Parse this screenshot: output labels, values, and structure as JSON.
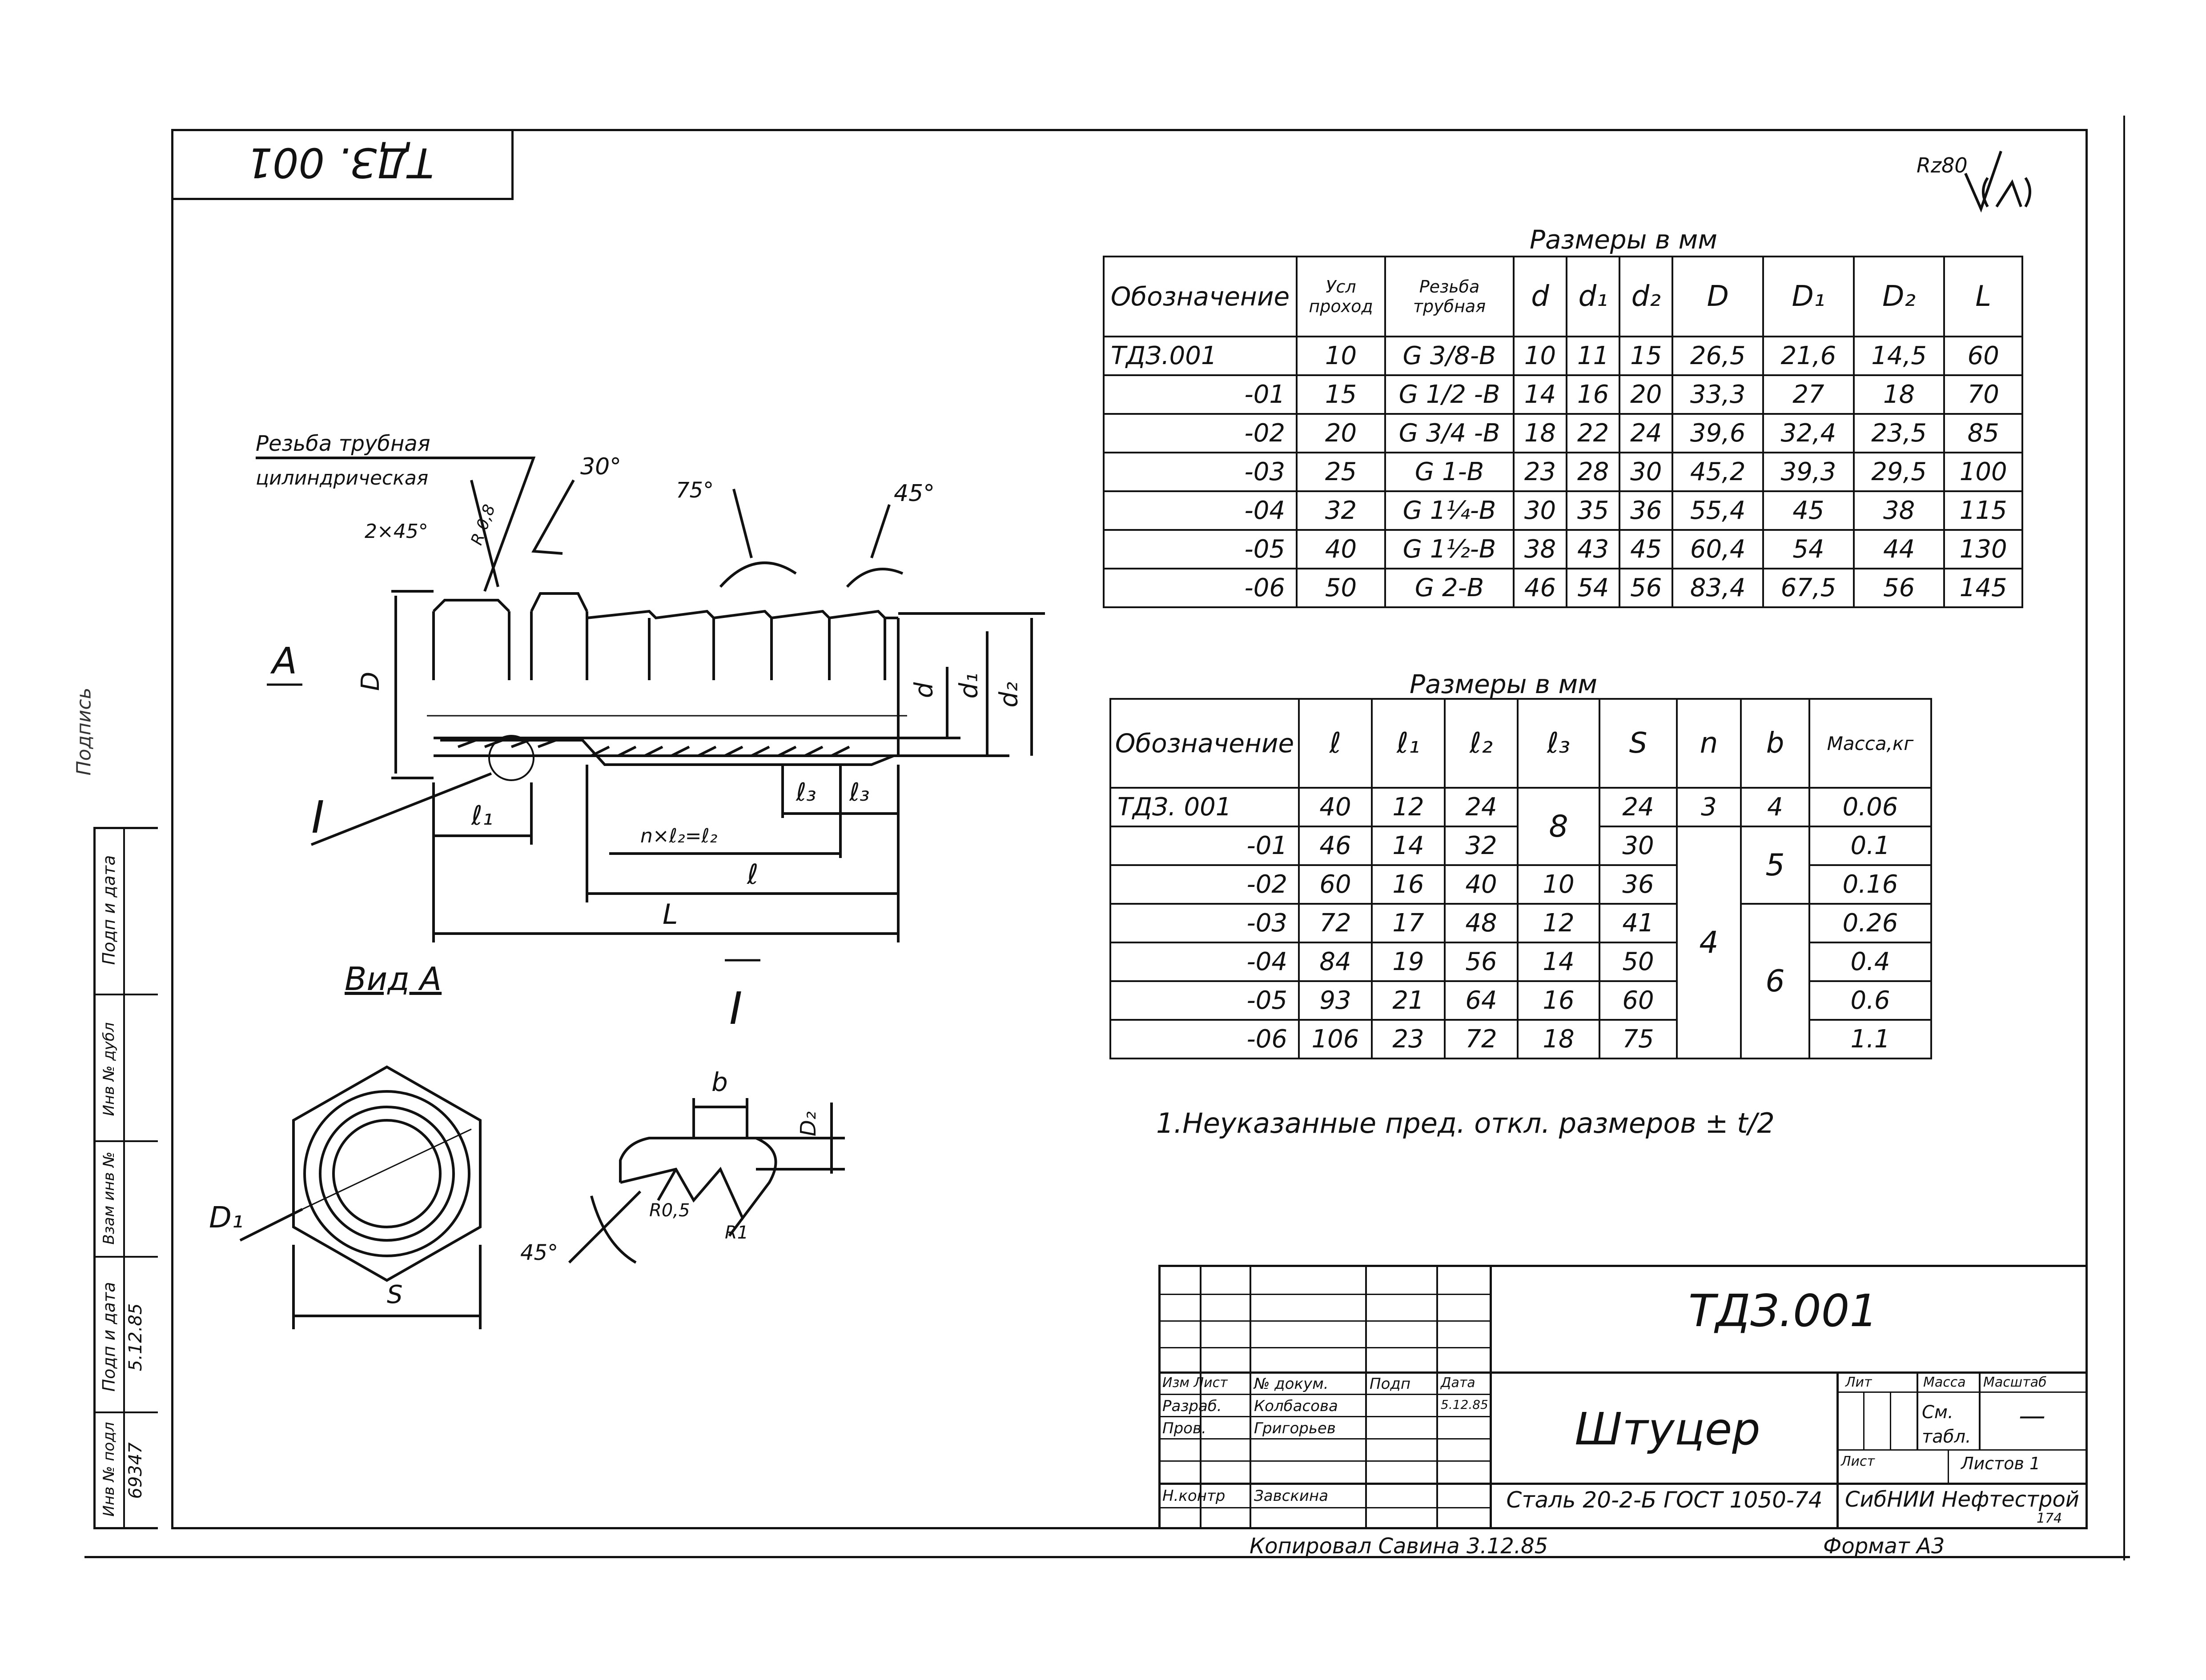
{
  "stamp_code_rotated": "ТДЗ. 001",
  "roughness_mark": "Rz80",
  "table1": {
    "caption": "Размеры в мм",
    "headers": [
      "Обозначение",
      "Усл проход",
      "Резьба трубная",
      "d",
      "d₁",
      "d₂",
      "D",
      "D₁",
      "D₂",
      "L"
    ],
    "rows": [
      [
        "ТДЗ.001",
        "10",
        "G 3/8-B",
        "10",
        "11",
        "15",
        "26,5",
        "21,6",
        "14,5",
        "60"
      ],
      [
        "-01",
        "15",
        "G 1/2 -B",
        "14",
        "16",
        "20",
        "33,3",
        "27",
        "18",
        "70"
      ],
      [
        "-02",
        "20",
        "G 3/4 -B",
        "18",
        "22",
        "24",
        "39,6",
        "32,4",
        "23,5",
        "85"
      ],
      [
        "-03",
        "25",
        "G 1-B",
        "23",
        "28",
        "30",
        "45,2",
        "39,3",
        "29,5",
        "100"
      ],
      [
        "-04",
        "32",
        "G 1¼-B",
        "30",
        "35",
        "36",
        "55,4",
        "45",
        "38",
        "115"
      ],
      [
        "-05",
        "40",
        "G 1½-B",
        "38",
        "43",
        "45",
        "60,4",
        "54",
        "44",
        "130"
      ],
      [
        "-06",
        "50",
        "G 2-B",
        "46",
        "54",
        "56",
        "83,4",
        "67,5",
        "56",
        "145"
      ]
    ]
  },
  "table2": {
    "caption": "Размеры в мм",
    "headers": [
      "Обозначение",
      "ℓ",
      "ℓ₁",
      "ℓ₂",
      "ℓ₃",
      "S",
      "n",
      "b",
      "Масса,кг"
    ],
    "designations": [
      "ТДЗ. 001",
      "-01",
      "-02",
      "-03",
      "-04",
      "-05",
      "-06"
    ],
    "l": [
      "40",
      "46",
      "60",
      "72",
      "84",
      "93",
      "106"
    ],
    "l1": [
      "12",
      "14",
      "16",
      "17",
      "19",
      "21",
      "23"
    ],
    "l2": [
      "24",
      "32",
      "40",
      "48",
      "56",
      "64",
      "72"
    ],
    "l3": [
      "8",
      "10",
      "12",
      "14",
      "16",
      "18"
    ],
    "S": [
      "24",
      "30",
      "36",
      "41",
      "50",
      "60",
      "75"
    ],
    "n": [
      "3",
      "4"
    ],
    "b": [
      "4",
      "5",
      "6"
    ],
    "mass": [
      "0.06",
      "0.1",
      "0.16",
      "0.26",
      "0.4",
      "0.6",
      "1.1"
    ]
  },
  "note": "1.Неуказанные пред. откл. размеров ± t/2",
  "drawing_labels": {
    "thread_label_1": "Резьба трубная",
    "thread_label_2": "цилиндрическая",
    "angle_30": "30°",
    "angle_75": "75°",
    "angle_45": "45°",
    "chamfer": "2×45°",
    "radius_r": "R 0,8",
    "view_arrow": "A",
    "dim_D": "D",
    "dim_d": "d",
    "dim_d1": "d₁",
    "dim_d2": "d₂",
    "detail_mark": "I",
    "dim_l1": "ℓ₁",
    "dim_l3a": "ℓ₃",
    "dim_l3b": "ℓ₃",
    "dim_n": "n×ℓ₂=ℓ₂",
    "dim_l": "ℓ",
    "dim_L": "L",
    "view_a_title": "Вид А",
    "dim_D1": "D₁",
    "dim_S": "S",
    "detail_title": "I",
    "dim_b": "b",
    "dim_D2": "D₂",
    "r05": "R0,5",
    "r1": "R1",
    "angle_45_detail": "45°"
  },
  "side_stamp": {
    "signature": "Подпись",
    "cells": [
      "Инв № подл",
      "Подп и дата",
      "Взам инв №",
      "Инв № дубл",
      "Подп и дата"
    ],
    "values": [
      "69347",
      "5.12.85"
    ]
  },
  "title_block": {
    "code": "ТДЗ.001",
    "name": "Штуцер",
    "material": "Сталь 20-2-Б ГОСТ 1050-74",
    "org": "СибНИИ Нефтестрой",
    "org_num": "174",
    "sheet_headers": [
      "Лит",
      "Масса",
      "Масштаб"
    ],
    "mass": "См. табл.",
    "scale": "—",
    "sheet": "Лист",
    "sheets": "Листов 1",
    "roles": [
      "Изм Лист",
      "№ докум.",
      "Подп",
      "Дата",
      "Разраб.",
      "Колбасова",
      "Пров.",
      "Григорьев",
      "Н.контр",
      "Завскина"
    ],
    "dates": [
      "5.12.85"
    ]
  },
  "footer": {
    "copied": "Копировал Савина 3.12.85",
    "format": "Формат А3"
  }
}
